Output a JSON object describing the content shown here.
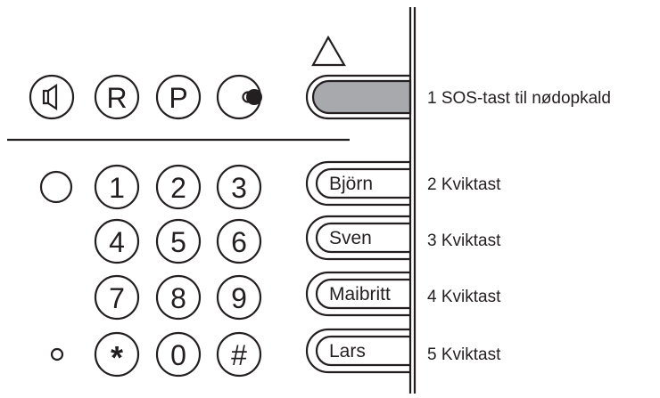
{
  "top_row": {
    "speaker": "speaker-icon",
    "r_label": "R",
    "p_label": "P",
    "toggle": "toggle-icon"
  },
  "keypad": {
    "keys": [
      "1",
      "2",
      "3",
      "4",
      "5",
      "6",
      "7",
      "8",
      "9",
      "*",
      "0",
      "#"
    ]
  },
  "speed_dial": {
    "names": [
      "Björn",
      "Sven",
      "Maibritt",
      "Lars"
    ]
  },
  "annotations": {
    "sos": "1 SOS-tast til nødopkald",
    "quick_2": "2 Kviktast",
    "quick_3": "3 Kviktast",
    "quick_4": "4 Kviktast",
    "quick_5": "5 Kviktast"
  },
  "colors": {
    "stroke": "#231f20",
    "sos_fill": "#a7a9ac"
  }
}
